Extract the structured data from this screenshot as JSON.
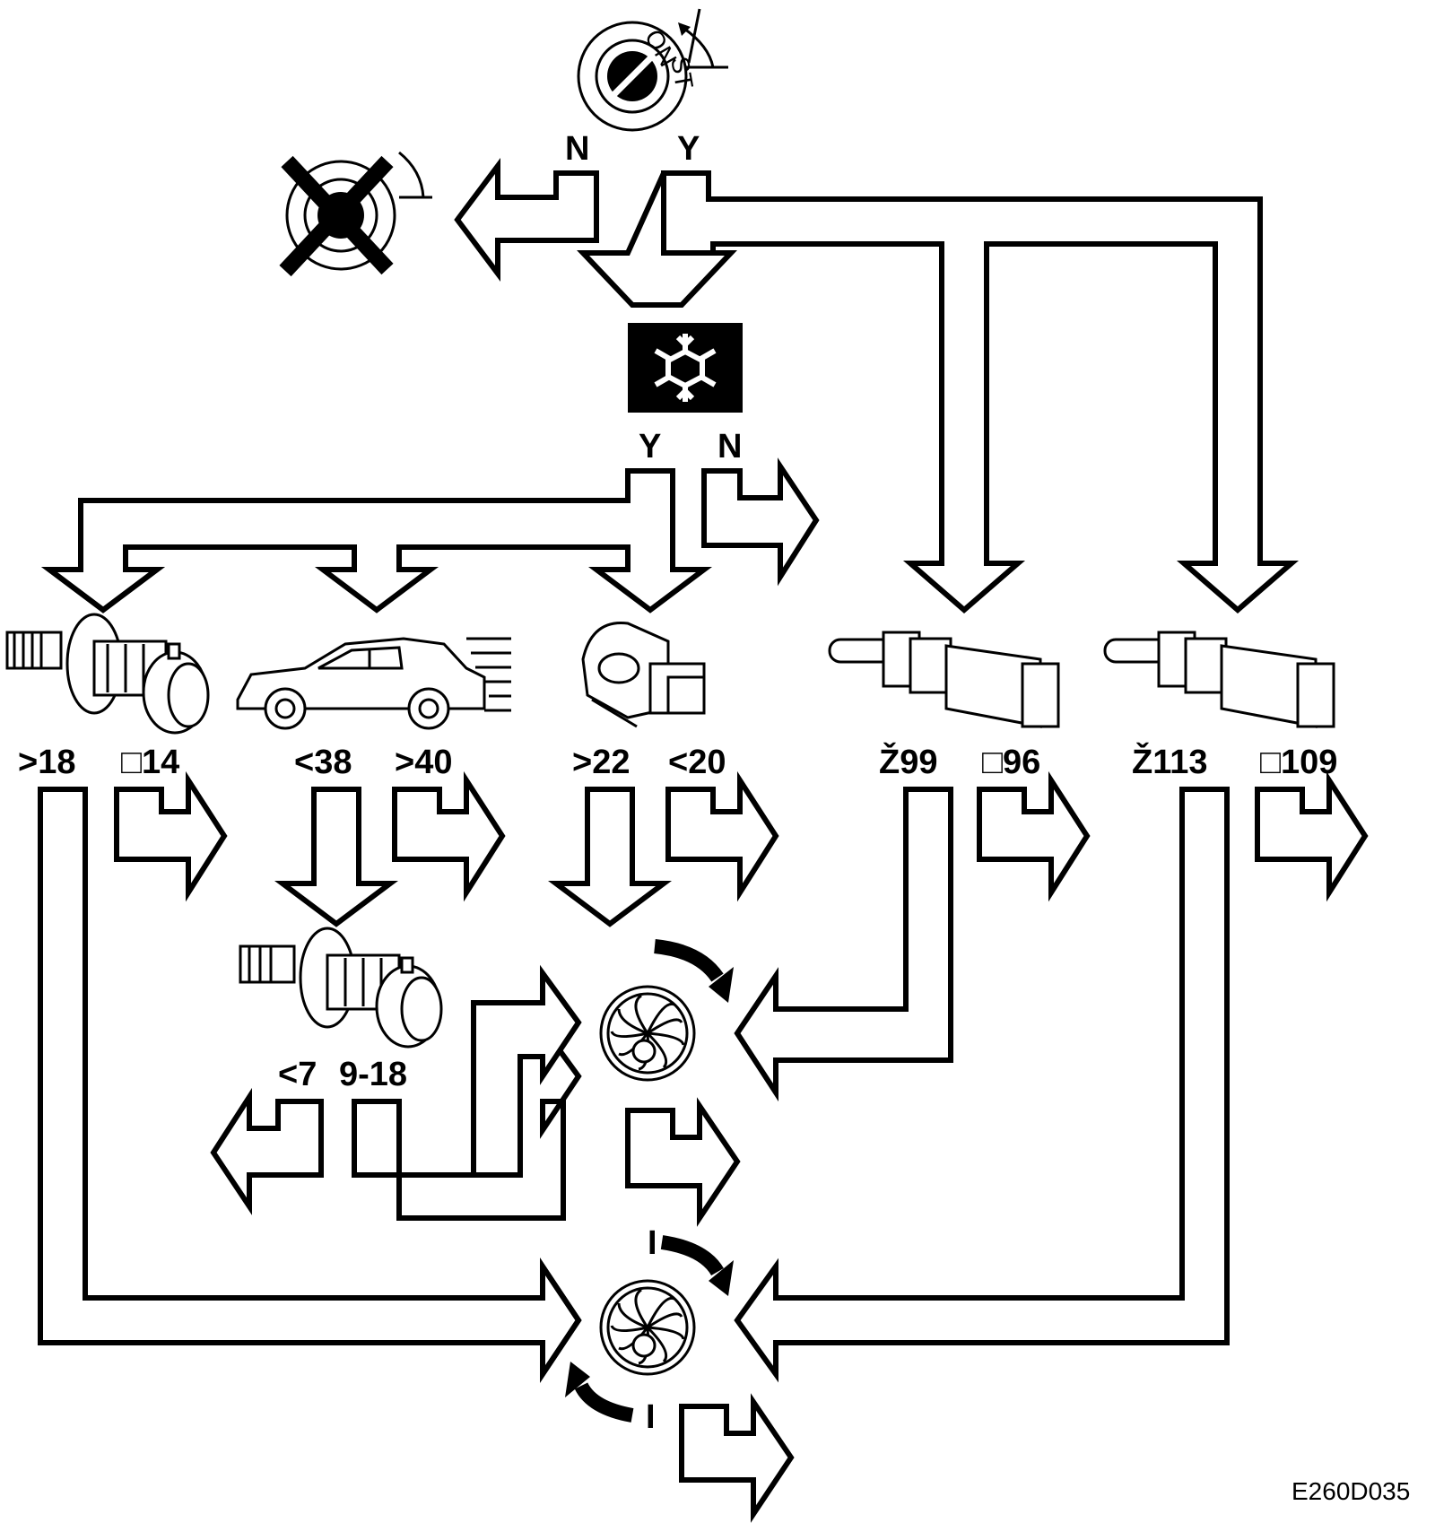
{
  "diagram": {
    "figure_code": "E260D035",
    "ignition": {
      "switch_labels": [
        "ON",
        "ST"
      ],
      "branch_no": "N",
      "branch_yes": "Y"
    },
    "ac_switch": {
      "icon": "snowflake-icon",
      "branch_yes": "Y",
      "branch_no": "N"
    },
    "thresholds": {
      "pressure_high": ">18",
      "pressure_low": "□14",
      "speed_low": "<38",
      "speed_high": ">40",
      "ambient_high": ">22",
      "ambient_low": "<20",
      "coolant1_on": "Ž99",
      "coolant1_off": "□96",
      "coolant2_on": "Ž113",
      "coolant2_off": "□109",
      "pressure2_low": "<7",
      "pressure2_mid": "9-18"
    },
    "fan_high_marks": [
      "I",
      "I"
    ]
  }
}
